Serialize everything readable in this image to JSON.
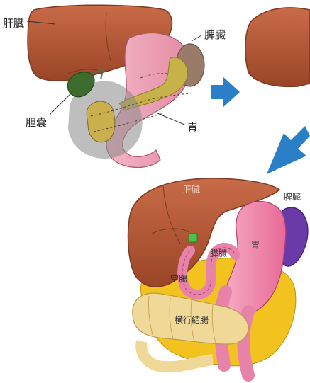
{
  "labels": {
    "liver_top": "肝臓",
    "spleen_top": "脾臓",
    "gallbladder_top": "胆嚢",
    "stomach_top": "胃",
    "liver_bottom": "肝臓",
    "spleen_bottom": "脾臓",
    "stomach_bottom": "胃",
    "pancreas_bottom": "膵臓",
    "jejunum_bottom": "空腸",
    "transverse_colon_bottom": "横行結腸"
  },
  "colors": {
    "liver": "#b85a3a",
    "stomach": "#eea0b5",
    "gallbladder": "#3e6b2e",
    "pancreas": "#c7b24a",
    "spleen_top": "#9a7a68",
    "spleen_bottom": "#6a3aa8",
    "colon": "#f0d898",
    "fat": "#f2c31f",
    "arrow": "#2a7fc7"
  }
}
